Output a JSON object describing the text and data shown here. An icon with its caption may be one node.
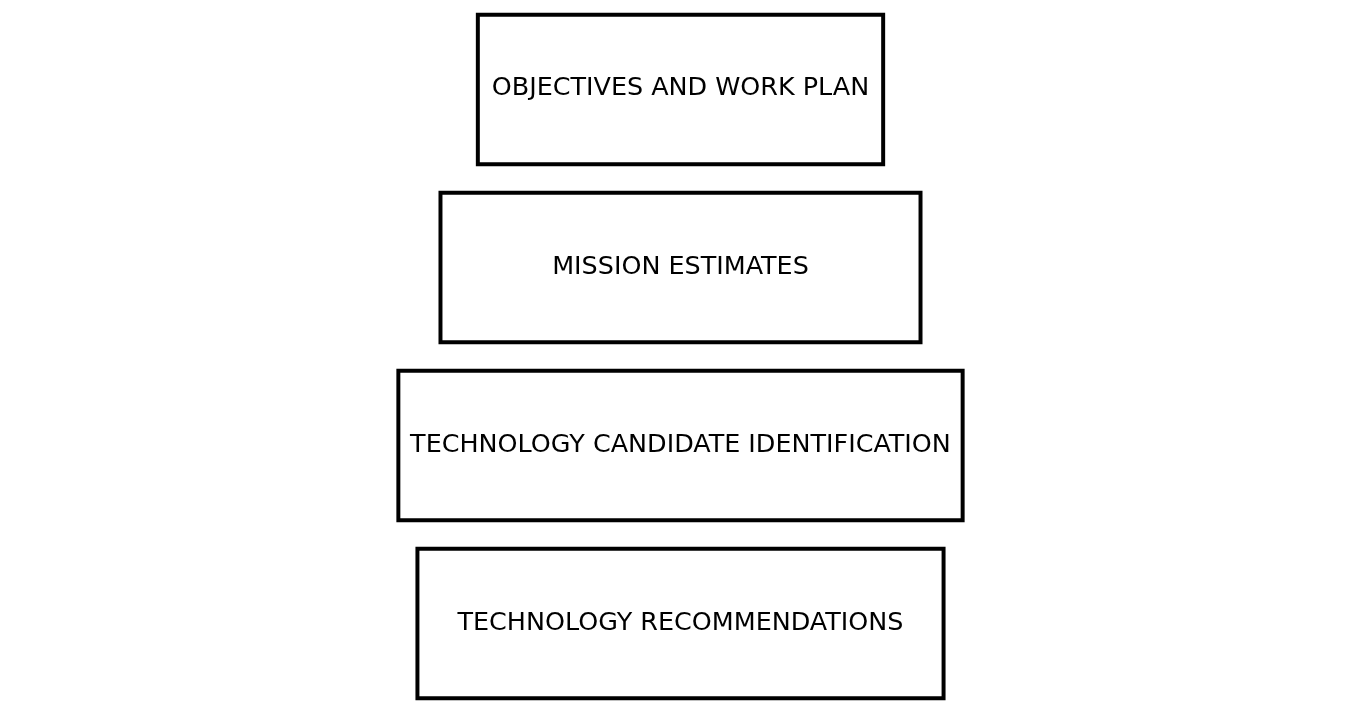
{
  "diagram": {
    "nodes": [
      {
        "text": [
          "OBJECTIVES AND WORK PLAN"
        ]
      },
      {
        "text": [
          "MISSION ESTIMATES"
        ]
      },
      {
        "text": [
          "TECHNOLOGY CANDIDATE IDENTIFICATION"
        ]
      },
      {
        "text": [
          "TECHNOLOGY RECOMMENDATIONS"
        ]
      }
    ]
  }
}
